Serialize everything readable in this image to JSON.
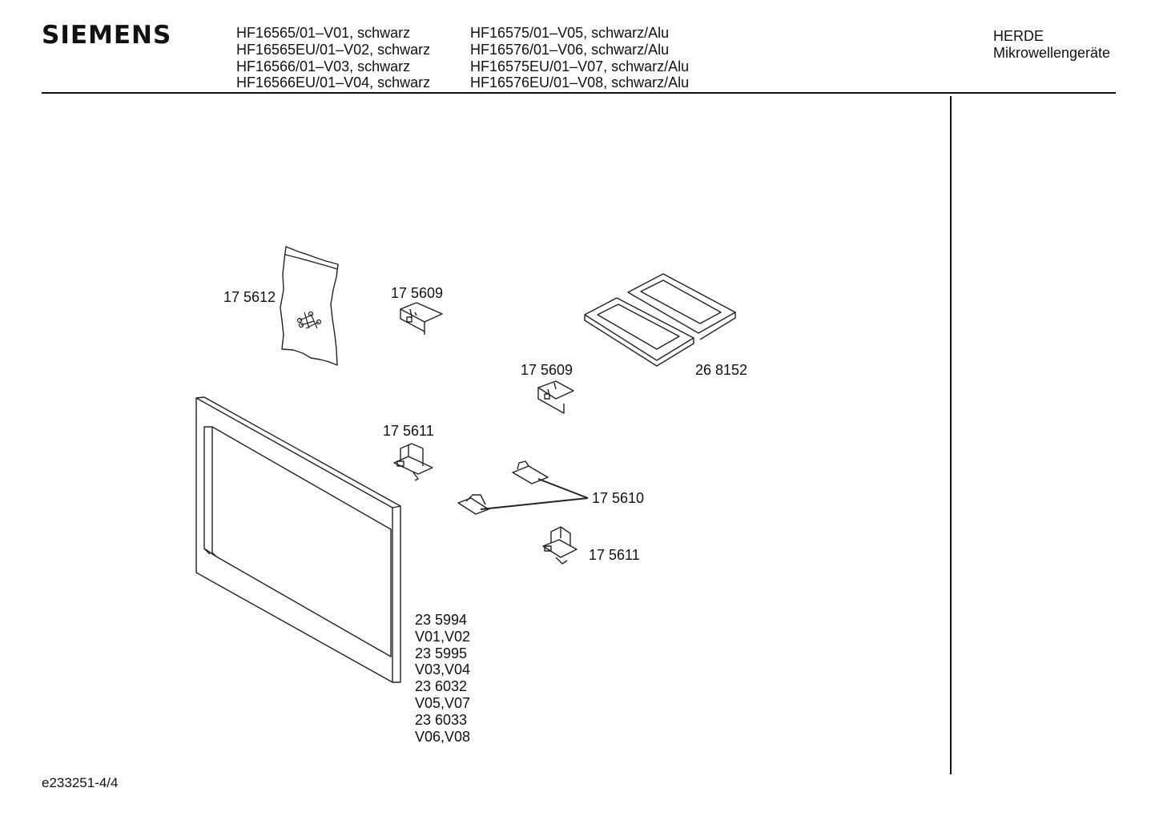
{
  "header": {
    "brand": "SIEMENS",
    "models_col1": [
      "HF16565/01–V01, schwarz",
      "HF16565EU/01–V02, schwarz",
      "HF16566/01–V03, schwarz",
      "HF16566EU/01–V04, schwarz"
    ],
    "models_col2": [
      "HF16575/01–V05, schwarz/Alu",
      "HF16576/01–V06, schwarz/Alu",
      "HF16575EU/01–V07, schwarz/Alu",
      "HF16576EU/01–V08, schwarz/Alu"
    ],
    "category": [
      "HERDE",
      "Mikrowellengeräte"
    ]
  },
  "parts": {
    "bag": "17 5612",
    "bracket_top": "17 5609",
    "bracket_mid": "17 5609",
    "trays": "26 8152",
    "hinge_upper": "17 5611",
    "hinge_lower": "17 5611",
    "clips": "17 5610",
    "frame_variants": [
      "23 5994",
      "V01,V02",
      "23 5995",
      "V03,V04",
      "23 6032",
      "V05,V07",
      "23 6033",
      "V06,V08"
    ]
  },
  "footer": {
    "doc_id": "e233251-4/4"
  }
}
